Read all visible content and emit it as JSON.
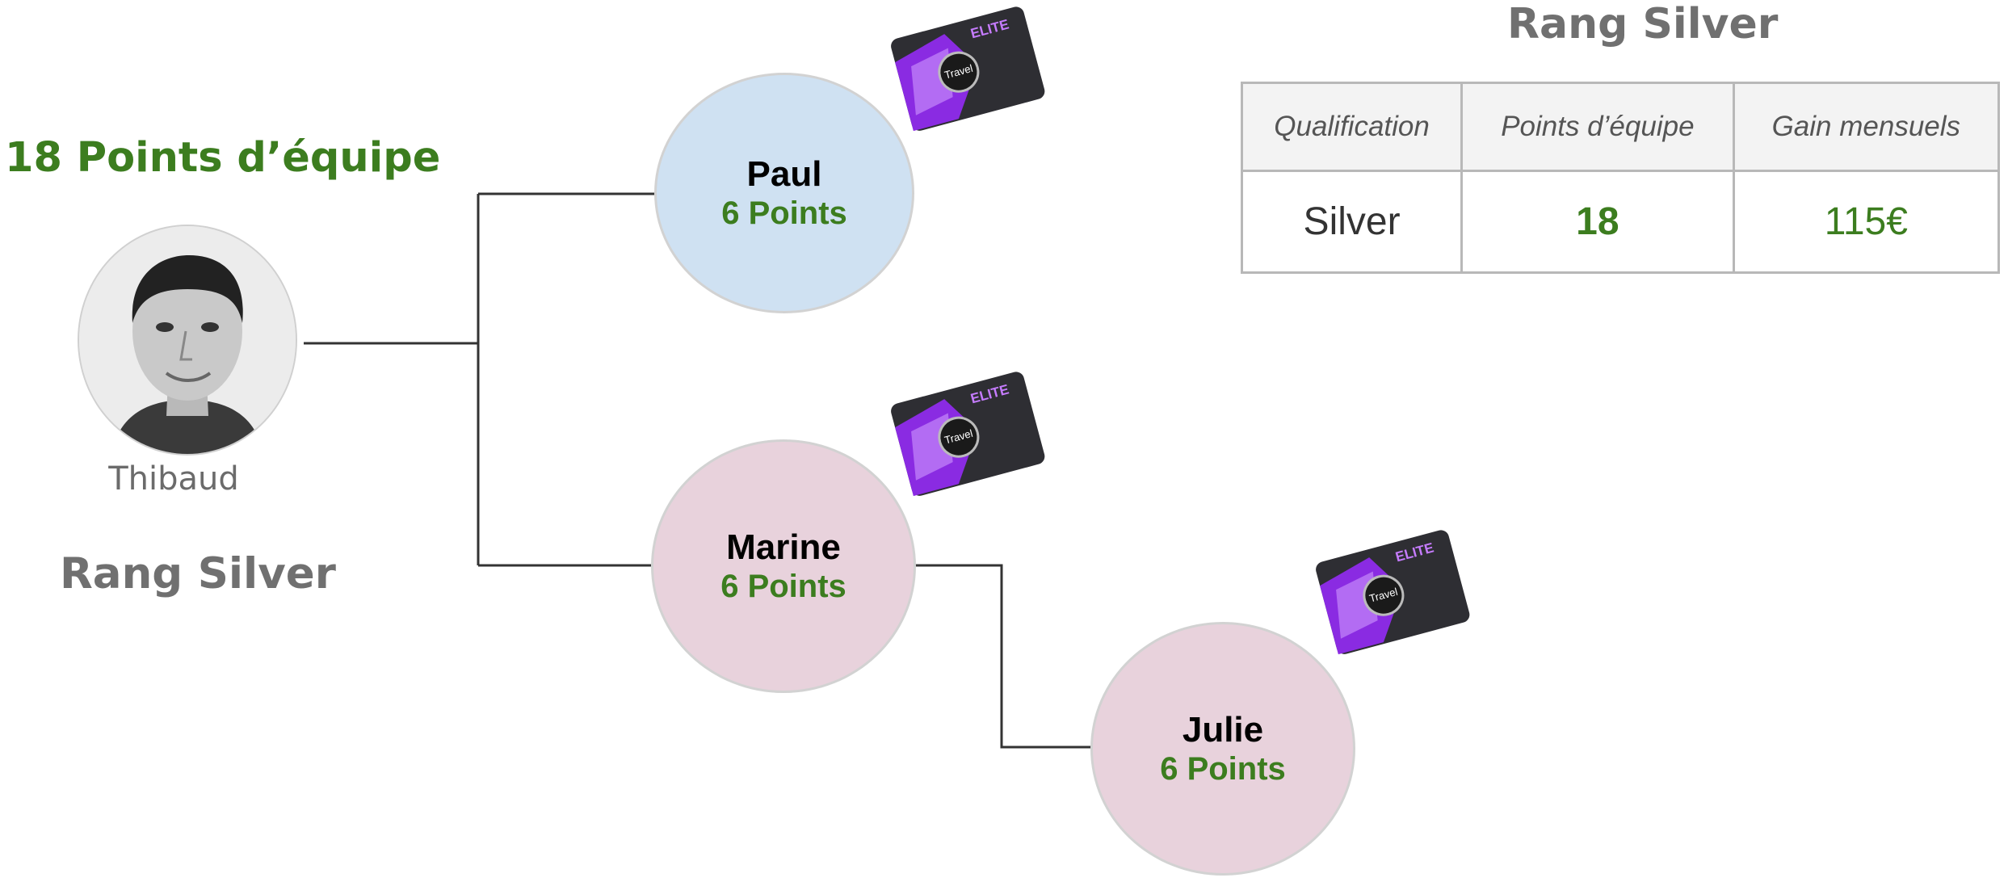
{
  "team_points_label": "18 Points d’équipe",
  "owner": {
    "name": "Thibaud",
    "rank": "Rang Silver"
  },
  "table_title": "Rang Silver",
  "table": {
    "headers": [
      "Qualification",
      "Points d’équipe",
      "Gain mensuels"
    ],
    "row": {
      "qualification": "Silver",
      "points": "18",
      "gain": "115€"
    }
  },
  "members": [
    {
      "name": "Paul",
      "points": "6 Points",
      "color": "#cfe1f2"
    },
    {
      "name": "Marine",
      "points": "6 Points",
      "color": "#e8d2dc"
    },
    {
      "name": "Julie",
      "points": "6 Points",
      "color": "#e8d2dc"
    }
  ],
  "card": {
    "brand": "ELITE",
    "logo": "Travel"
  },
  "colors": {
    "green": "#3c7d1f",
    "grey_text": "#707070",
    "connector": "#333333"
  }
}
